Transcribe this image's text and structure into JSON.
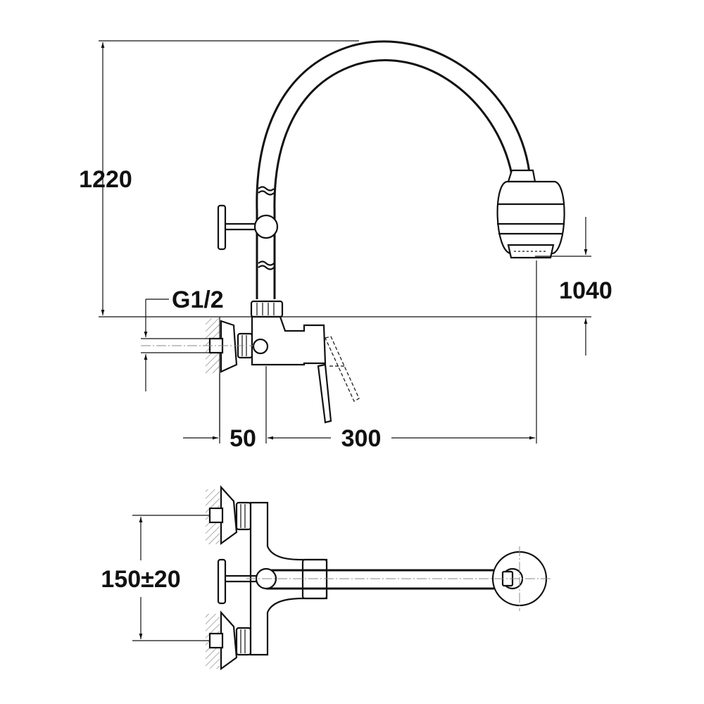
{
  "dimensions": {
    "total_height": "1220",
    "spout_height": "1040",
    "inlet_thread": "G1/2",
    "wall_offset": "50",
    "spout_reach": "300",
    "inlet_spacing": "150±20"
  },
  "colors": {
    "line": "#111111",
    "background": "#ffffff",
    "hatch": "#666666"
  }
}
